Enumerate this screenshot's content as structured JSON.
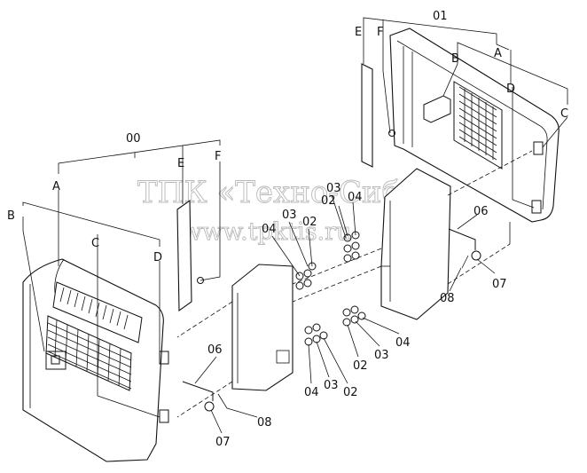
{
  "watermark": {
    "line1": "ТПК «Техно-Сиб»",
    "line2": "www.tpktis.ru"
  },
  "labels": {
    "assembly_00": "00",
    "assembly_01": "01",
    "A": "A",
    "B": "B",
    "C": "C",
    "D": "D",
    "E": "E",
    "F": "F",
    "part_02": "02",
    "part_03": "03",
    "part_04": "04",
    "part_06": "06",
    "part_07": "07",
    "part_08": "08"
  }
}
